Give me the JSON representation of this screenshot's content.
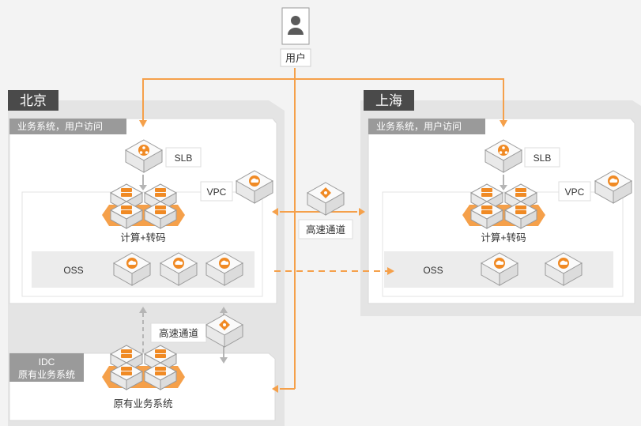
{
  "user": {
    "label": "用户"
  },
  "regions": {
    "beijing": {
      "title": "北京",
      "business_header": "业务系统，用户访问",
      "slb_label": "SLB",
      "vpc_label": "VPC",
      "compute_label": "计算+转码",
      "oss_label": "OSS",
      "highspeed_label": "高速通道",
      "idc_title_line1": "IDC",
      "idc_title_line2": "原有业务系统",
      "idc_compute_label": "原有业务系统"
    },
    "shanghai": {
      "title": "上海",
      "business_header": "业务系统，用户访问",
      "slb_label": "SLB",
      "vpc_label": "VPC",
      "compute_label": "计算+转码",
      "oss_label": "OSS"
    }
  },
  "center": {
    "highspeed_label": "高速通道"
  },
  "colors": {
    "accent": "#f5a04a",
    "accent_dark": "#f08a24",
    "region_title_bg": "#4a4a4a",
    "header_bg": "#9a9a9a",
    "region_bg": "#e4e4e4",
    "panel_bg": "#ffffff",
    "arrow_gray": "#b5b5b5"
  },
  "icons": {
    "user": "user-icon",
    "slb": "slb-icon",
    "vpc": "vpc-cloud-icon",
    "server": "server-icon",
    "oss": "oss-bucket-icon",
    "highspeed": "highspeed-channel-icon"
  }
}
